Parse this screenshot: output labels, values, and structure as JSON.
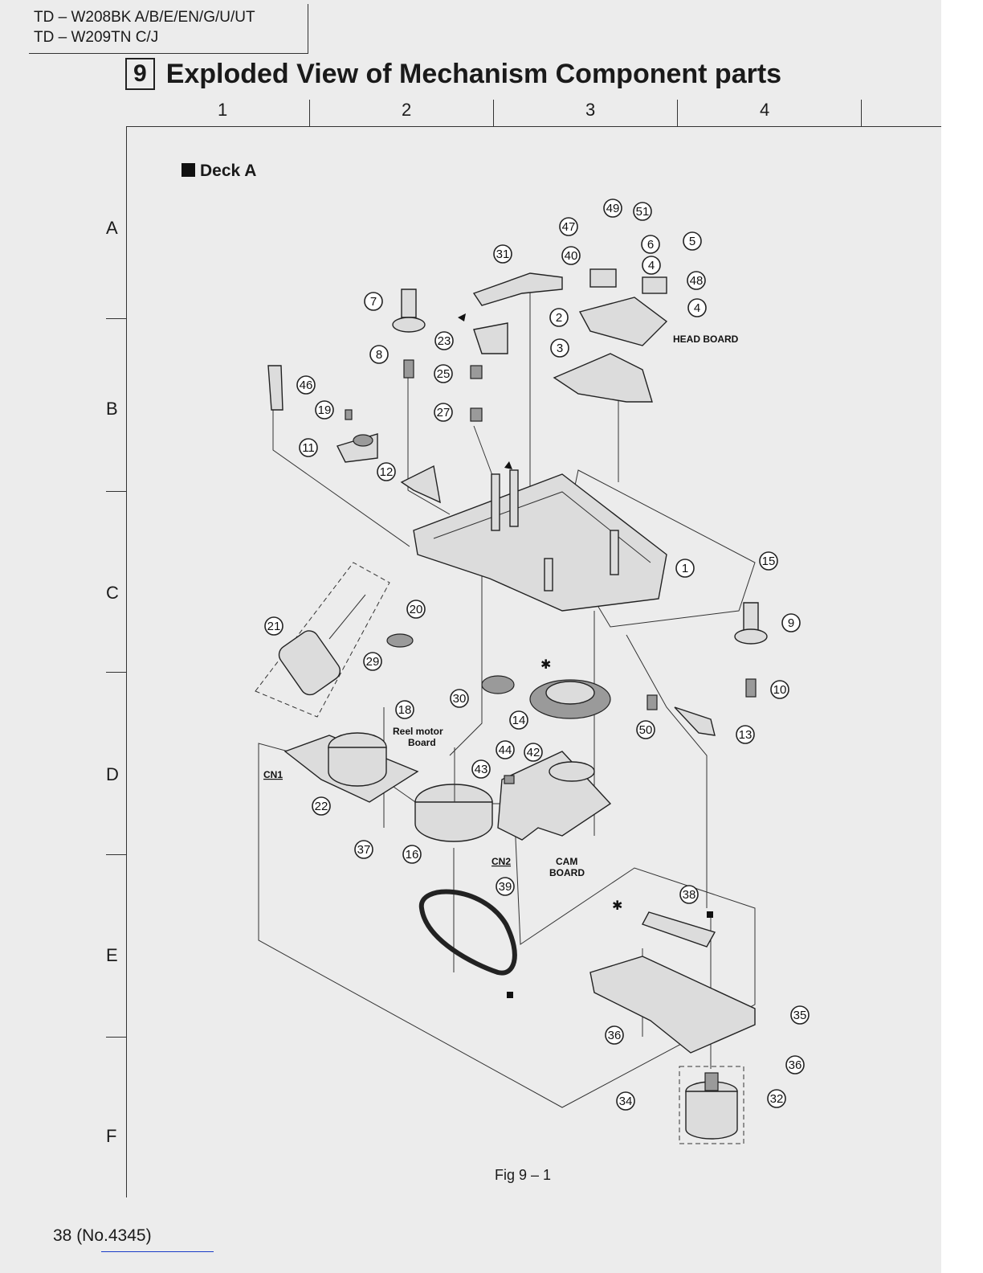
{
  "header": {
    "model_lines": [
      "TD – W208BK A/B/E/EN/G/U/UT",
      "TD – W209TN C/J"
    ],
    "section_number": "9",
    "title": "Exploded View of Mechanism Component parts"
  },
  "grid": {
    "columns": [
      "1",
      "2",
      "3",
      "4"
    ],
    "rows": [
      "A",
      "B",
      "C",
      "D",
      "E",
      "F"
    ]
  },
  "figure": {
    "deck_label": "Deck A",
    "caption": "Fig 9 – 1",
    "board_labels": {
      "head_board": "HEAD BOARD",
      "reel_motor_board_1": "Reel motor",
      "reel_motor_board_2": "Board",
      "cam_board_1": "CAM",
      "cam_board_2": "BOARD",
      "cn1": "CN1",
      "cn2": "CN2"
    },
    "callouts": [
      "49",
      "51",
      "47",
      "6",
      "5",
      "40",
      "4",
      "31",
      "48",
      "7",
      "4",
      "2",
      "23",
      "3",
      "8",
      "25",
      "46",
      "19",
      "27",
      "11",
      "12",
      "1",
      "15",
      "20",
      "21",
      "9",
      "29",
      "30",
      "14",
      "10",
      "18",
      "50",
      "13",
      "44",
      "42",
      "43",
      "22",
      "37",
      "16",
      "39",
      "38",
      "35",
      "36",
      "36",
      "32",
      "34"
    ]
  },
  "footer": {
    "page_number": "38  (No.4345)"
  }
}
